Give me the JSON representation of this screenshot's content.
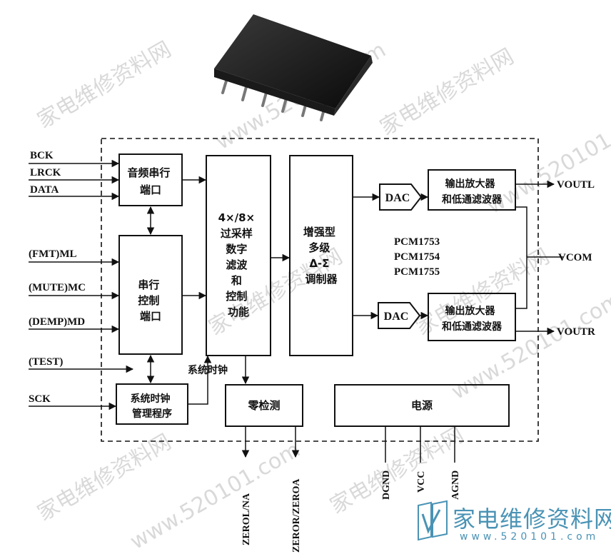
{
  "blocks": {
    "audio_serial_port": [
      "音频串行",
      "端口"
    ],
    "serial_control_port": [
      "串行",
      "控制",
      "端口"
    ],
    "sys_clock_mgr": [
      "系统时钟",
      "管理程序"
    ],
    "oversampling_filter": [
      "4×/8×",
      "过采样",
      "数字",
      "滤波",
      "和",
      "控制",
      "功能"
    ],
    "delta_sigma_modulator": [
      "增强型",
      "多级",
      "Δ-Σ",
      "调制器"
    ],
    "dac_top": "DAC",
    "dac_bottom": "DAC",
    "amp_filter_top": [
      "输出放大器",
      "和低通滤波器"
    ],
    "amp_filter_bottom": [
      "输出放大器",
      "和低通滤波器"
    ],
    "zero_detect": "零检测",
    "power": "电源"
  },
  "part_numbers": [
    "PCM1753",
    "PCM1754",
    "PCM1755"
  ],
  "labels": {
    "system_clock": "系统时钟"
  },
  "inputs": {
    "bck": "BCK",
    "lrck": "LRCK",
    "data": "DATA",
    "fmt_ml": "(FMT)ML",
    "mute_mc": "(MUTE)MC",
    "demp_md": "(DEMP)MD",
    "test": "(TEST)",
    "sck": "SCK"
  },
  "outputs": {
    "voutl": "VOUTL",
    "vcom": "VCOM",
    "voutr": "VOUTR"
  },
  "bottom_pins": [
    "ZEROL/NA",
    "ZEROR/ZEROA",
    "DGND",
    "VCC",
    "AGND"
  ],
  "watermark": {
    "text": "家电维修资料网",
    "url": "www.520101.com",
    "brand_name": "家电维修资料网",
    "brand_url": "www.520101.com"
  },
  "colors": {
    "ink": "#111111",
    "watermark": "#d9d9d9",
    "brand": "#4a93b5"
  }
}
